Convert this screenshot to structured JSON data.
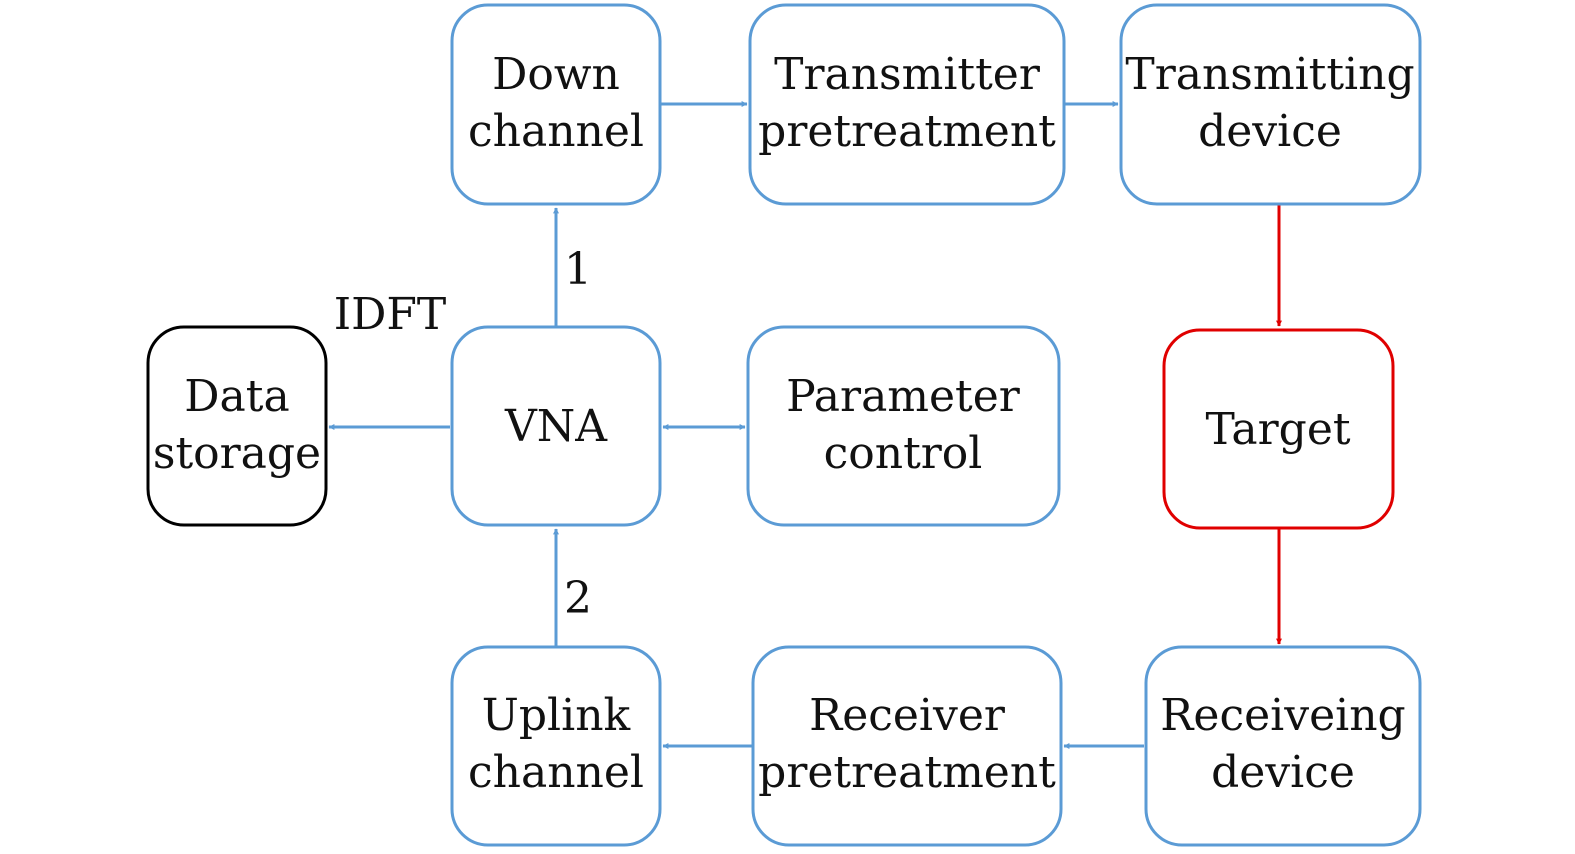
{
  "colors": {
    "process": "#5b9bd5",
    "target": "#e00000",
    "storage": "#000000"
  },
  "nodes": {
    "down_channel": [
      "Down",
      "channel"
    ],
    "transmitter_pretreatment": [
      "Transmitter",
      "pretreatment"
    ],
    "transmitting_device": [
      "Transmitting",
      "device"
    ],
    "data_storage": [
      "Data",
      "storage"
    ],
    "vna": [
      "VNA"
    ],
    "parameter_control": [
      "Parameter",
      "control"
    ],
    "target": [
      "Target"
    ],
    "uplink_channel": [
      "Uplink",
      "channel"
    ],
    "receiver_pretreatment": [
      "Receiver",
      "pretreatment"
    ],
    "receiving_device": [
      "Receiveing",
      "device"
    ]
  },
  "edge_labels": {
    "idft": "IDFT",
    "port_1": "1",
    "port_2": "2"
  },
  "edges": [
    {
      "from": "down_channel",
      "to": "transmitter_pretreatment",
      "style": "process"
    },
    {
      "from": "transmitter_pretreatment",
      "to": "transmitting_device",
      "style": "process"
    },
    {
      "from": "transmitting_device",
      "to": "target",
      "style": "target"
    },
    {
      "from": "target",
      "to": "receiving_device",
      "style": "target"
    },
    {
      "from": "receiving_device",
      "to": "receiver_pretreatment",
      "style": "process"
    },
    {
      "from": "receiver_pretreatment",
      "to": "uplink_channel",
      "style": "process"
    },
    {
      "from": "uplink_channel",
      "to": "vna",
      "style": "process",
      "label": "2"
    },
    {
      "from": "vna",
      "to": "down_channel",
      "style": "process",
      "label": "1"
    },
    {
      "from": "vna",
      "to": "data_storage",
      "style": "process",
      "label": "IDFT"
    },
    {
      "from": "vna",
      "to": "parameter_control",
      "style": "process",
      "bidirectional": true
    }
  ]
}
